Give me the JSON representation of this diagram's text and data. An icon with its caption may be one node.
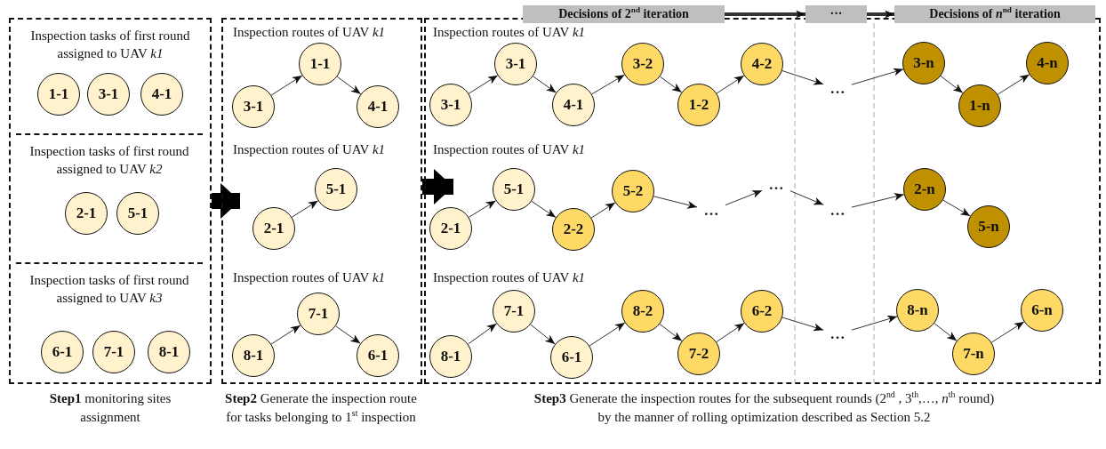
{
  "diagram": {
    "nodes": [
      {
        "text": [],
        "shape": "box",
        "beside": [
          "**Step1** monitoring sites assignment"
        ]
      },
      {
        "text": [
          "Inspection tasks of first round assigned to UAV *k1*"
        ],
        "in": 0
      },
      {
        "text": [
          "1-1"
        ],
        "in": 1
      },
      {
        "text": [
          "3-1"
        ],
        "in": 1
      },
      {
        "text": [
          "4-1"
        ],
        "in": 1
      },
      {
        "text": [
          "Inspection tasks of first round assigned to UAV *k2*"
        ],
        "in": 0
      },
      {
        "text": [
          "2-1"
        ],
        "in": 5
      },
      {
        "text": [
          "5-1"
        ],
        "in": 5
      },
      {
        "text": [
          "Inspection tasks of first round assigned to UAV *k3*"
        ],
        "in": 0
      },
      {
        "text": [
          "6-1"
        ],
        "in": 8
      },
      {
        "text": [
          "7-1"
        ],
        "in": 8
      },
      {
        "text": [
          "8-1"
        ],
        "in": 8
      },
      {
        "text": [],
        "shape": "box",
        "beside": [
          "**Step2** Generate the inspection route for tasks belonging to 1$^{st}$ inspection"
        ]
      },
      {
        "text": [
          "3-1"
        ],
        "in": 12
      },
      {
        "text": [
          "1-1"
        ],
        "in": 12
      },
      {
        "text": [
          "4-1"
        ],
        "in": 12
      },
      {
        "text": [
          "2-1"
        ],
        "in": 12
      },
      {
        "text": [
          "5-1"
        ],
        "in": 12
      },
      {
        "text": [
          "8-1"
        ],
        "in": 12
      },
      {
        "text": [
          "7-1"
        ],
        "in": 12
      },
      {
        "text": [
          "6-1"
        ],
        "in": 12
      },
      {
        "text": [],
        "shape": "box",
        "beside": [
          "**Step3** Generate the inspection routes for the subsequent rounds (2$^{nd}$ , 3$^{th}$,…, *n*$^{th}$ round) by the manner of rolling optimization described as Section 5.2"
        ]
      },
      {
        "text": [
          "Decisions of 2$^{nd}$ iteration"
        ]
      },
      {
        "text": [
          "···"
        ]
      },
      {
        "text": [
          "Decisions of *n*$^{nd}$ iteration"
        ]
      },
      {
        "text": [
          "3-1"
        ],
        "in": 21
      },
      {
        "text": [
          "3-1"
        ],
        "in": 21
      },
      {
        "text": [
          "4-1"
        ],
        "in": 21
      },
      {
        "text": [
          "3-2"
        ],
        "in": 21
      },
      {
        "text": [
          "1-2"
        ],
        "in": 21
      },
      {
        "text": [
          "4-2"
        ],
        "in": 21
      },
      {
        "text": [
          "…"
        ],
        "in": 21
      },
      {
        "text": [
          "3-n"
        ],
        "in": 21
      },
      {
        "text": [
          "1-n"
        ],
        "in": 21
      },
      {
        "text": [
          "4-n"
        ],
        "in": 21
      },
      {
        "text": [
          "2-1"
        ],
        "in": 21
      },
      {
        "text": [
          "5-1"
        ],
        "in": 21
      },
      {
        "text": [
          "2-2"
        ],
        "in": 21
      },
      {
        "text": [
          "5-2"
        ],
        "in": 21
      },
      {
        "text": [
          "…"
        ],
        "in": 21
      },
      {
        "text": [
          "…"
        ],
        "in": 21
      },
      {
        "text": [
          "…"
        ],
        "in": 21
      },
      {
        "text": [
          "2-n"
        ],
        "in": 21
      },
      {
        "text": [
          "5-n"
        ],
        "in": 21
      },
      {
        "text": [
          "8-1"
        ],
        "in": 21
      },
      {
        "text": [
          "7-1"
        ],
        "in": 21
      },
      {
        "text": [
          "6-1"
        ],
        "in": 21
      },
      {
        "text": [
          "8-2"
        ],
        "in": 21
      },
      {
        "text": [
          "7-2"
        ],
        "in": 21
      },
      {
        "text": [
          "6-2"
        ],
        "in": 21
      },
      {
        "text": [
          "…"
        ],
        "in": 21
      },
      {
        "text": [
          "8-n"
        ],
        "in": 21
      },
      {
        "text": [
          "7-n"
        ],
        "in": 21
      },
      {
        "text": [
          "6-n"
        ],
        "in": 21
      }
    ],
    "edges": [
      {
        "from": 0,
        "to": 12,
        "arrow": "to",
        "style": "thick"
      },
      {
        "from": 12,
        "to": 21,
        "arrow": "to",
        "style": "thick"
      },
      {
        "from": 13,
        "to": 14,
        "arrow": "to"
      },
      {
        "from": 14,
        "to": 15,
        "arrow": "to"
      },
      {
        "from": 16,
        "to": 17,
        "arrow": "to"
      },
      {
        "from": 18,
        "to": 19,
        "arrow": "to"
      },
      {
        "from": 19,
        "to": 20,
        "arrow": "to"
      },
      {
        "from": 22,
        "to": 23,
        "arrow": "to",
        "style": "thick"
      },
      {
        "from": 23,
        "to": 24,
        "arrow": "to",
        "style": "thick"
      },
      {
        "from": 25,
        "to": 26,
        "arrow": "to"
      },
      {
        "from": 26,
        "to": 27,
        "arrow": "to"
      },
      {
        "from": 27,
        "to": 28,
        "arrow": "to"
      },
      {
        "from": 28,
        "to": 29,
        "arrow": "to"
      },
      {
        "from": 29,
        "to": 30,
        "arrow": "to"
      },
      {
        "from": 30,
        "to": 31,
        "arrow": "to"
      },
      {
        "from": 31,
        "to": 32,
        "arrow": "to"
      },
      {
        "from": 32,
        "to": 33,
        "arrow": "to"
      },
      {
        "from": 33,
        "to": 34,
        "arrow": "to"
      },
      {
        "from": 35,
        "to": 36,
        "arrow": "to"
      },
      {
        "from": 36,
        "to": 37,
        "arrow": "to"
      },
      {
        "from": 37,
        "to": 38,
        "arrow": "to"
      },
      {
        "from": 38,
        "to": 39,
        "arrow": "to"
      },
      {
        "from": 39,
        "to": 40,
        "arrow": "to"
      },
      {
        "from": 40,
        "to": 41,
        "arrow": "to"
      },
      {
        "from": 41,
        "to": 42,
        "arrow": "to"
      },
      {
        "from": 42,
        "to": 43,
        "arrow": "to"
      },
      {
        "from": 44,
        "to": 45,
        "arrow": "to"
      },
      {
        "from": 45,
        "to": 46,
        "arrow": "to"
      },
      {
        "from": 46,
        "to": 47,
        "arrow": "to"
      },
      {
        "from": 47,
        "to": 48,
        "arrow": "to"
      },
      {
        "from": 48,
        "to": 49,
        "arrow": "to"
      },
      {
        "from": 49,
        "to": 50,
        "arrow": "to"
      },
      {
        "from": 50,
        "to": 51,
        "arrow": "to"
      },
      {
        "from": 51,
        "to": 52,
        "arrow": "to"
      },
      {
        "from": 52,
        "to": 53,
        "arrow": "to"
      }
    ],
    "labels": [
      "Inspection routes of UAV *k1*",
      "Inspection routes of UAV *k1*",
      "Inspection routes of UAV *k1*",
      "Inspection routes of UAV *k1*",
      "Inspection routes of UAV *k1*",
      "Inspection routes of UAV *k1*"
    ]
  }
}
